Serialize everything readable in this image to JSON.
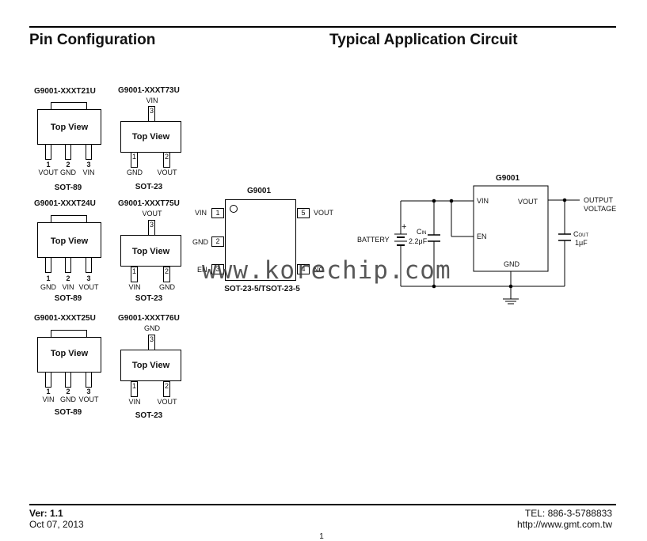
{
  "header": {
    "left_title": "Pin Configuration",
    "right_title": "Typical Application Circuit"
  },
  "sot89": [
    {
      "part": "G9001-XXXT21U",
      "top_view": "Top View",
      "pins": [
        "1",
        "2",
        "3"
      ],
      "pin_names": [
        "VOUT",
        "GND",
        "VIN"
      ],
      "package": "SOT-89"
    },
    {
      "part": "G9001-XXXT24U",
      "top_view": "Top View",
      "pins": [
        "1",
        "2",
        "3"
      ],
      "pin_names": [
        "GND",
        "VIN",
        "VOUT"
      ],
      "package": "SOT-89"
    },
    {
      "part": "G9001-XXXT25U",
      "top_view": "Top View",
      "pins": [
        "1",
        "2",
        "3"
      ],
      "pin_names": [
        "VIN",
        "GND",
        "VOUT"
      ],
      "package": "SOT-89"
    }
  ],
  "sot23": [
    {
      "part": "G9001-XXXT73U",
      "top_pin_name": "VIN",
      "top_pin": "3",
      "top_view": "Top View",
      "pins": [
        "1",
        "2"
      ],
      "pin_names": [
        "GND",
        "VOUT"
      ],
      "package": "SOT-23"
    },
    {
      "part": "G9001-XXXT75U",
      "top_pin_name": "VOUT",
      "top_pin": "3",
      "top_view": "Top View",
      "pins": [
        "1",
        "2"
      ],
      "pin_names": [
        "VIN",
        "GND"
      ],
      "package": "SOT-23"
    },
    {
      "part": "G9001-XXXT76U",
      "top_pin_name": "GND",
      "top_pin": "3",
      "top_view": "Top View",
      "pins": [
        "1",
        "2"
      ],
      "pin_names": [
        "VIN",
        "VOUT"
      ],
      "package": "SOT-23"
    }
  ],
  "sot235": {
    "part": "G9001",
    "left_pins": [
      {
        "num": "1",
        "name": "VIN"
      },
      {
        "num": "2",
        "name": "GND"
      },
      {
        "num": "3",
        "name": "EN"
      }
    ],
    "right_pins": [
      {
        "num": "5",
        "name": "VOUT"
      },
      {
        "num": "4",
        "name": "NC"
      }
    ],
    "package": "SOT-23-5/TSOT-23-5"
  },
  "circuit": {
    "ic_name": "G9001",
    "vin": "VIN",
    "vout": "VOUT",
    "en": "EN",
    "gnd": "GND",
    "battery": "BATTERY",
    "plus": "+",
    "cin_label": "C",
    "cin_sub": "IN",
    "cin_value": "2.2μF",
    "cout_label": "C",
    "cout_sub": "OUT",
    "cout_value": "1μF",
    "output_line1": "OUTPUT",
    "output_line2": "VOLTAGE"
  },
  "watermark": "www.korechip.com",
  "footer": {
    "version": "Ver: 1.1",
    "date": "Oct 07, 2013",
    "tel": "TEL: 886-3-5788833",
    "url": "http://www.gmt.com.tw",
    "page": "1"
  }
}
